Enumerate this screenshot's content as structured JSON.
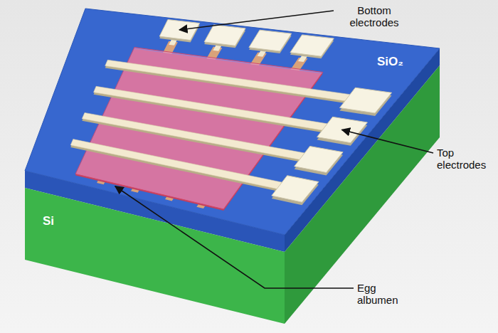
{
  "diagram": {
    "labels": [
      "Bottom electrodes",
      "SiO₂",
      "Top electrodes",
      "Si",
      "Egg albumen"
    ]
  }
}
